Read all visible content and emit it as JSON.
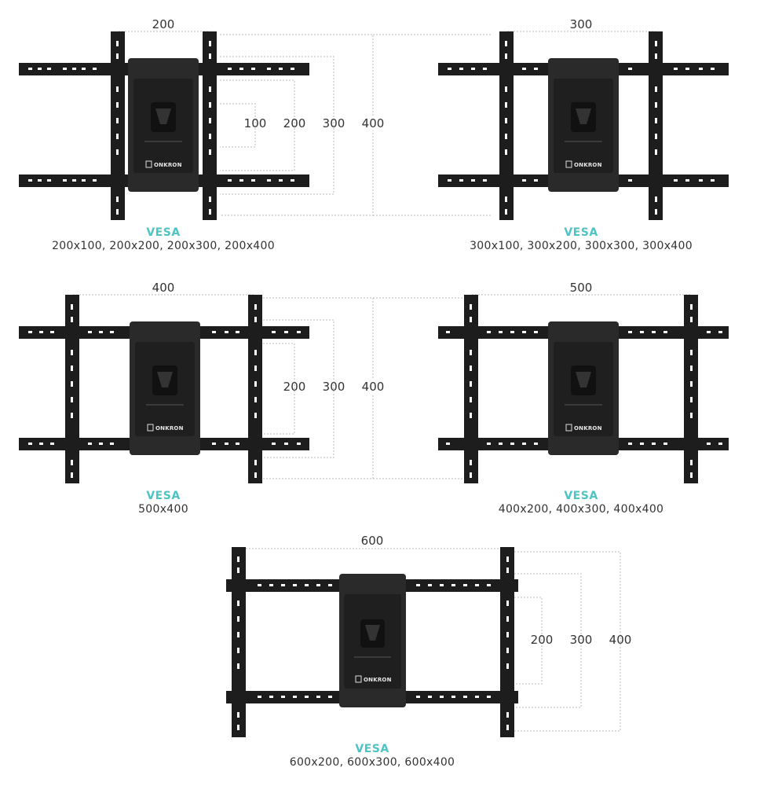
{
  "colors": {
    "accent": "#4ec3c3",
    "metal": "#1d1d1d",
    "plate": "#262626",
    "hole": "#ffffff"
  },
  "brand": "ONKRON",
  "shared_dimensions": {
    "top_row_height": "400",
    "middle_row_height": "400"
  },
  "panels": [
    {
      "width_label": "200",
      "height_labels": [
        "100",
        "200",
        "300"
      ],
      "vesa_label": "VESA",
      "sizes": "200x100, 200x200, 200x300, 200x400"
    },
    {
      "width_label": "300",
      "height_labels": [],
      "vesa_label": "VESA",
      "sizes": "300x100, 300x200, 300x300, 300x400"
    },
    {
      "width_label": "400",
      "height_labels": [
        "200",
        "300"
      ],
      "vesa_label": "VESA",
      "sizes": "500x400"
    },
    {
      "width_label": "500",
      "height_labels": [],
      "vesa_label": "VESA",
      "sizes": "400x200, 400x300, 400x400"
    },
    {
      "width_label": "600",
      "height_labels": [
        "200",
        "300",
        "400"
      ],
      "vesa_label": "VESA",
      "sizes": "600x200, 600x300, 600x400"
    }
  ]
}
